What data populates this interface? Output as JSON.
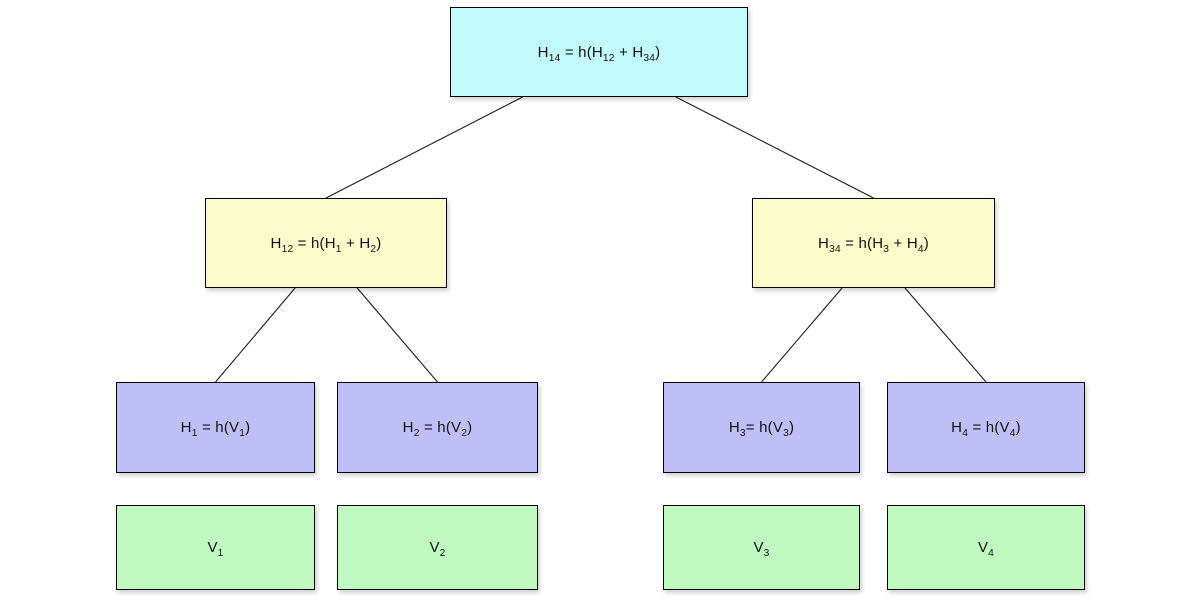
{
  "diagram": {
    "type": "hash-tree",
    "edge_color": "#1c1c1c",
    "background": "#ffffff",
    "border_color": "#000000",
    "text_color": "#111111",
    "nodes": [
      {
        "id": "h14",
        "label": "H_{14} = h(H_{12} + H_{34})",
        "fill": "#c2f9fb",
        "level": "root"
      },
      {
        "id": "h12",
        "label": "H_{12} = h(H_{1} + H_{2})",
        "fill": "#fcfbca",
        "level": "branch"
      },
      {
        "id": "h34",
        "label": "H_{34} = h(H_{3} + H_{4})",
        "fill": "#fcfbca",
        "level": "branch"
      },
      {
        "id": "h1",
        "label": "H_{1} = h(V_{1})",
        "fill": "#bfbff7",
        "level": "leaf-hash"
      },
      {
        "id": "h2",
        "label": "H_{2} = h(V_{2})",
        "fill": "#bfbff7",
        "level": "leaf-hash"
      },
      {
        "id": "h3",
        "label": "H_{3}= h(V_{3})",
        "fill": "#bfbff7",
        "level": "leaf-hash"
      },
      {
        "id": "h4",
        "label": "H_{4} = h(V_{4})",
        "fill": "#bfbff7",
        "level": "leaf-hash"
      },
      {
        "id": "v1",
        "label": "V_{1}",
        "fill": "#c0fac1",
        "level": "value"
      },
      {
        "id": "v2",
        "label": "V_{2}",
        "fill": "#c0fac1",
        "level": "value"
      },
      {
        "id": "v3",
        "label": "V_{3}",
        "fill": "#c0fac1",
        "level": "value"
      },
      {
        "id": "v4",
        "label": "V_{4}",
        "fill": "#c0fac1",
        "level": "value"
      }
    ],
    "edges": [
      [
        "h14",
        "h12"
      ],
      [
        "h14",
        "h34"
      ],
      [
        "h12",
        "h1"
      ],
      [
        "h12",
        "h2"
      ],
      [
        "h34",
        "h3"
      ],
      [
        "h34",
        "h4"
      ]
    ]
  }
}
